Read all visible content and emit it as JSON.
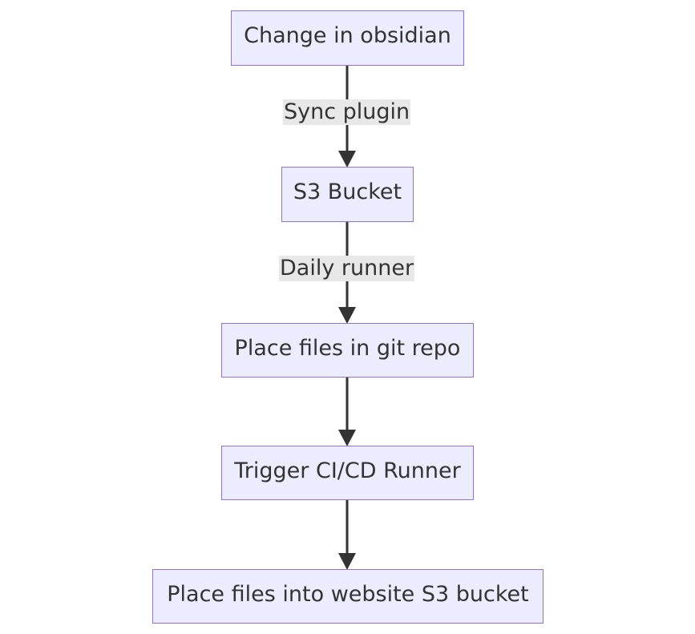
{
  "diagram": {
    "type": "flowchart",
    "direction": "top-down",
    "colors": {
      "node_fill": "#ECECFF",
      "node_border": "#9370DB",
      "text": "#333333",
      "edge": "#333333",
      "edge_label_bg": "#E8E8E8"
    },
    "nodes": [
      {
        "id": "n1",
        "label": "Change in obsidian"
      },
      {
        "id": "n2",
        "label": "S3 Bucket"
      },
      {
        "id": "n3",
        "label": "Place files in git repo"
      },
      {
        "id": "n4",
        "label": "Trigger CI/CD Runner"
      },
      {
        "id": "n5",
        "label": "Place files into website S3 bucket"
      }
    ],
    "edges": [
      {
        "from": "n1",
        "to": "n2",
        "label": "Sync plugin"
      },
      {
        "from": "n2",
        "to": "n3",
        "label": "Daily runner"
      },
      {
        "from": "n3",
        "to": "n4",
        "label": ""
      },
      {
        "from": "n4",
        "to": "n5",
        "label": ""
      }
    ]
  }
}
